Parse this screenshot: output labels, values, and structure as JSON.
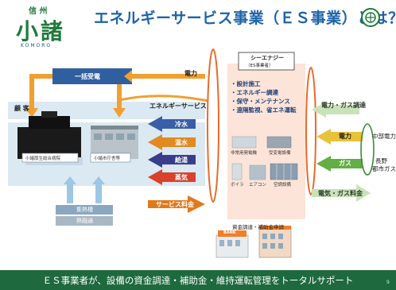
{
  "header": {
    "title": "エネルギーサービス事業（ＥＳ事業）とは？",
    "logo_small": "信 州",
    "logo_big": "小諸",
    "logo_latin": "KOMORO"
  },
  "customer": {
    "box_label": "顧 客",
    "building1_label": "小諸厚生総合病院",
    "building2_label": "小諸市庁舎等"
  },
  "bulk_power": "一括受電",
  "energy_service": "エネルギーサービス",
  "services": [
    "冷水",
    "温水",
    "給湯",
    "蒸気"
  ],
  "power_label": "電力",
  "service_fee": "サービス料金",
  "heat": {
    "supply": "集熱槽",
    "pipe": "熱融通"
  },
  "company": {
    "name": "シーエナジー",
    "sub": "（ES事業者）",
    "tasks": [
      "設計施工",
      "エネルギー調達",
      "保守・メンテナンス",
      "遠隔監視、省エネ運転"
    ],
    "equipment": [
      "非常用発電機",
      "受変電設備",
      "ボイラ",
      "エアコン",
      "空調設備"
    ]
  },
  "procurement": "電力・ガス調達",
  "electricity": "電力",
  "gas": "ガス",
  "fee_payment": "電気・ガス料金",
  "suppliers": [
    "中部電力",
    "長野",
    "都市ガス"
  ],
  "finance": "資金調達・補助金申請",
  "bank_sign": "BANK",
  "footer": {
    "text": "ＥＳ事業者が、設備の資金調達・補助金・維持運転管理をトータルサポート",
    "page": "9"
  }
}
